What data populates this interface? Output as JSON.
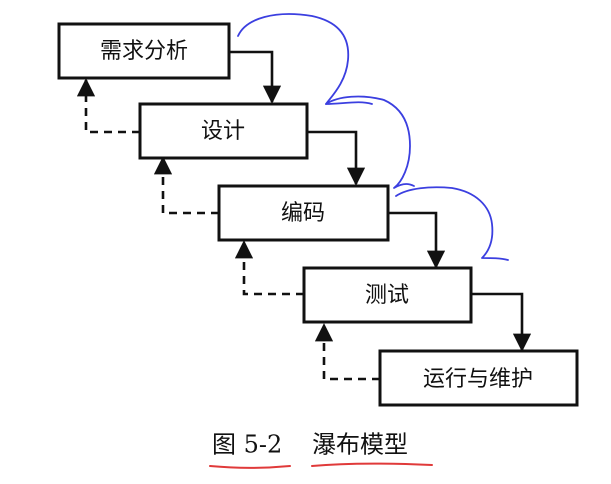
{
  "stages": [
    {
      "label": "需求分析"
    },
    {
      "label": "设计"
    },
    {
      "label": "编码"
    },
    {
      "label": "测试"
    },
    {
      "label": "运行与维护"
    }
  ],
  "caption": {
    "number": "图 5-2",
    "title": "瀑布模型"
  },
  "colors": {
    "box_stroke": "#111111",
    "annotation_blue": "#3b3fe0",
    "annotation_red": "#e03a3a"
  }
}
